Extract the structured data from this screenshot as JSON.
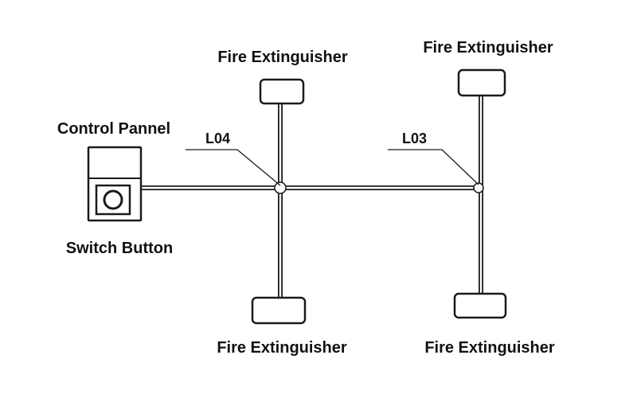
{
  "labels": {
    "control_panel": "Control Pannel",
    "switch_button": "Switch Button",
    "extinguisher_top_left": "Fire Extinguisher",
    "extinguisher_top_right": "Fire Extinguisher",
    "extinguisher_bottom_left": "Fire Extinguisher",
    "extinguisher_bottom_right": "Fire Extinguisher",
    "line_l04": "L04",
    "line_l03": "L03"
  },
  "colors": {
    "line": "#1a1a1a",
    "background": "#ffffff"
  }
}
